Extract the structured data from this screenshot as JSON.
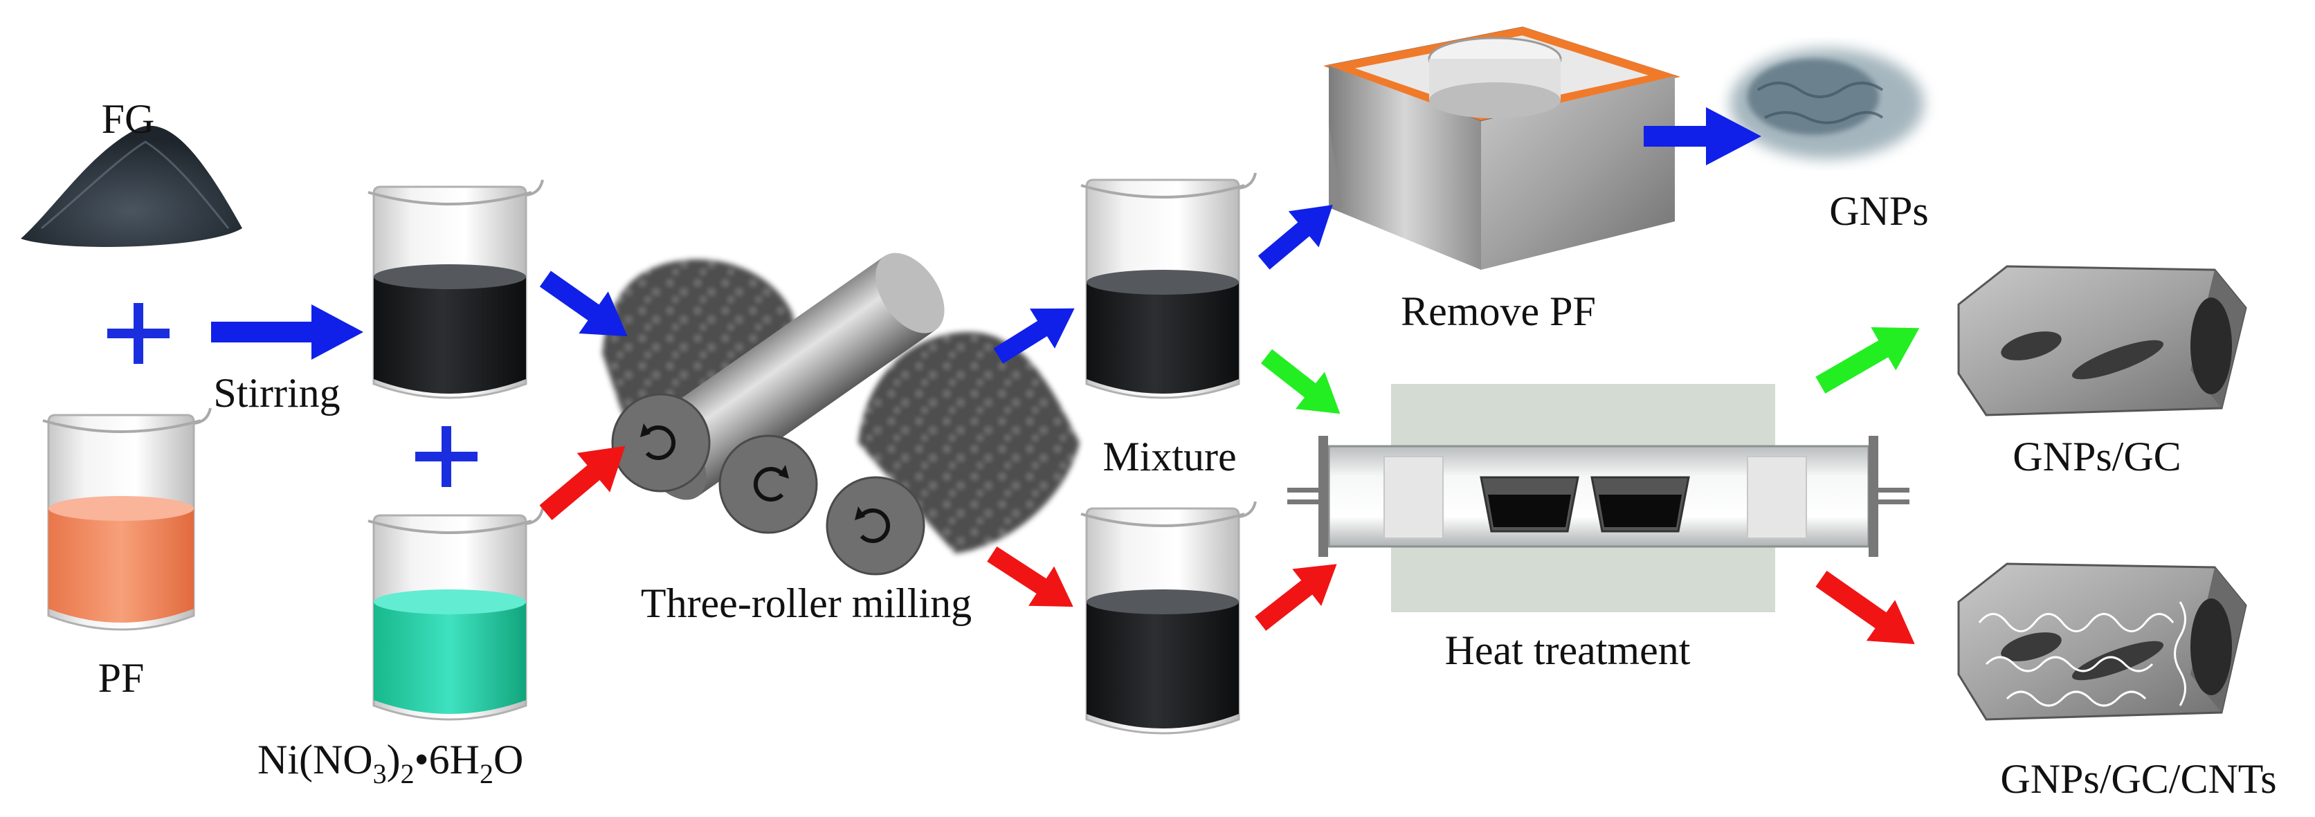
{
  "labels": {
    "fg": "FG",
    "pf": "PF",
    "stirring": "Stirring",
    "ni_main": "Ni(NO",
    "ni_sub1": "3",
    "ni_mid": ")",
    "ni_sub2": "2",
    "ni_tail": "•6H",
    "ni_sub3": "2",
    "ni_end": "O",
    "three_roller": "Three-roller milling",
    "mixture": "Mixture",
    "remove_pf": "Remove PF",
    "gnps": "GNPs",
    "heat_treatment": "Heat treatment",
    "gnps_gc": "GNPs/GC",
    "gnps_gc_cnts": "GNPs/GC/CNTs"
  },
  "colors": {
    "blue_arrow": "#1020e8",
    "red_arrow": "#f01414",
    "green_arrow": "#22ee22",
    "plus": "#1a2ee0",
    "pf_liquid": "#f4946a",
    "ni_liquid": "#2fd6b0",
    "dark_liquid": "#202225",
    "furnace_bg": "#d3dbd3",
    "mold_rim": "#f07a2a"
  }
}
